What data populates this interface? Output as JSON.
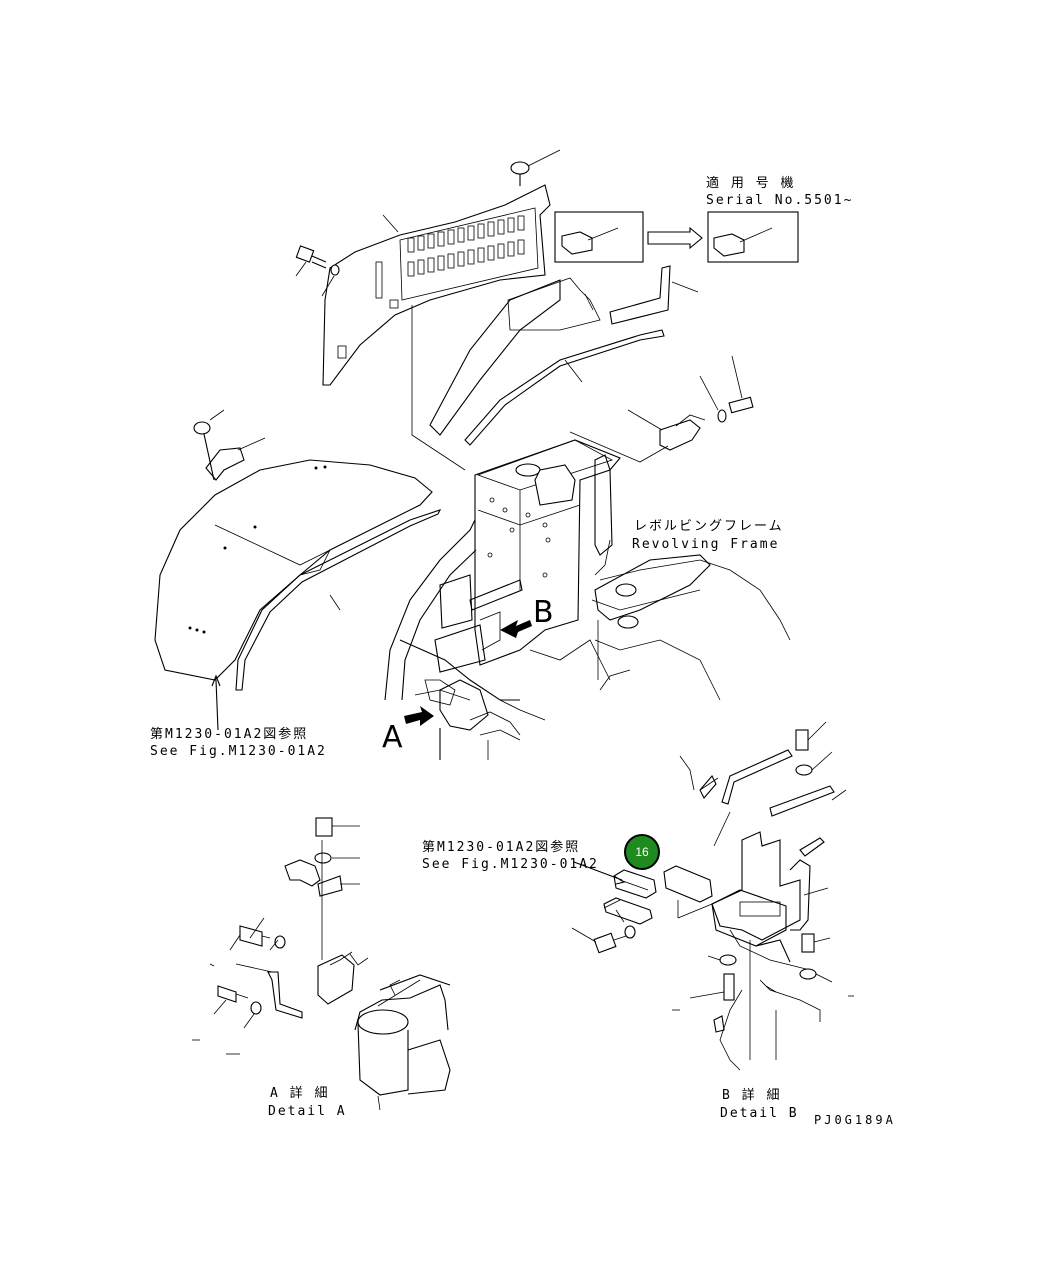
{
  "colors": {
    "badge_fill": "#1f8a1f",
    "line": "#000000"
  },
  "labels": {
    "applicable_serial_ja": "適 用 号 機",
    "applicable_serial_en": "Serial No.5501~",
    "revolving_frame_ja": "レボルビングフレーム",
    "revolving_frame_en": "Revolving Frame",
    "see_fig_ja_1": "第M1230-01A2図参照",
    "see_fig_en_1": "See Fig.M1230-01A2",
    "see_fig_ja_2": "第M1230-01A2図参照",
    "see_fig_en_2": "See Fig.M1230-01A2",
    "view_a": "A",
    "view_b": "B",
    "detail_a_ja": "A 詳 細",
    "detail_a_en": "Detail A",
    "detail_b_ja": "B 詳 細",
    "detail_b_en": "Detail B",
    "drawing_code": "PJ0G189A"
  },
  "callout": {
    "number": "16",
    "icon": "part-number-badge"
  }
}
